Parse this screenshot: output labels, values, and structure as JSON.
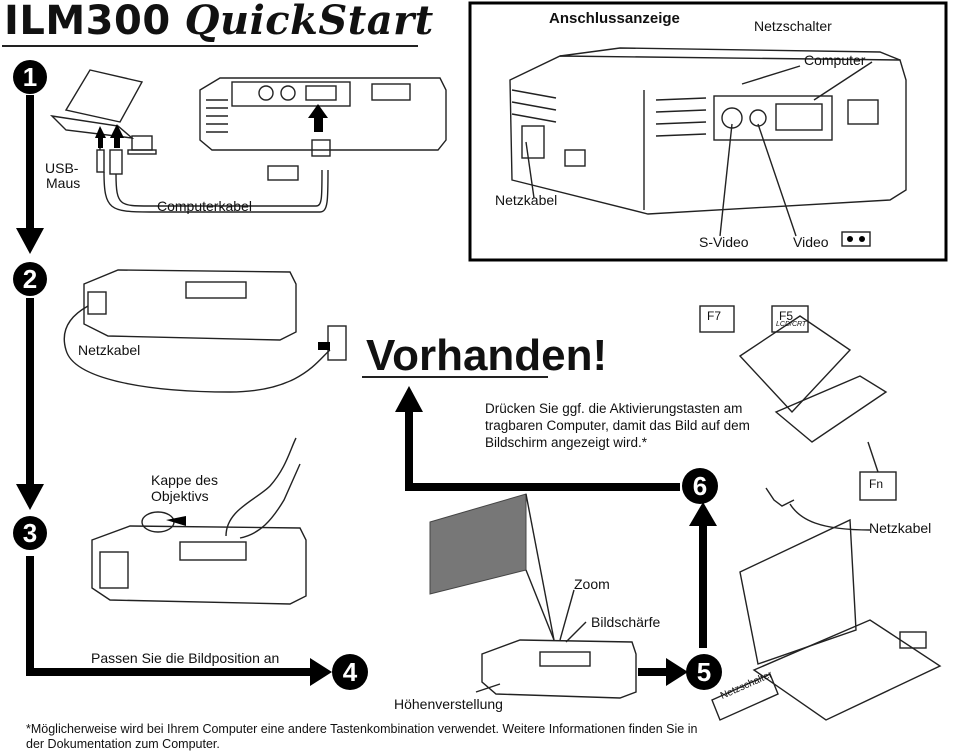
{
  "header": {
    "title_part1": "ILM300",
    "title_part2": "QuickStart"
  },
  "connection_panel": {
    "title": "Anschlussanzeige",
    "power_switch": "Netzschalter",
    "computer": "Computer",
    "power_cable": "Netzkabel",
    "svideo": "S-Video",
    "video": "Video"
  },
  "step1": {
    "usb_mouse_line1": "USB-",
    "usb_mouse_line2": "Maus",
    "computer_cable": "Computerkabel"
  },
  "step2": {
    "power_cable": "Netzkabel"
  },
  "step3": {
    "lens_cap_line1": "Kappe des",
    "lens_cap_line2": "Objektivs"
  },
  "step4": {
    "adjust_position": "Passen Sie die Bildposition an",
    "height_adjust": "Höhenverstellung"
  },
  "step5": {
    "zoom": "Zoom",
    "focus": "Bildschärfe",
    "power_cable": "Netzkabel",
    "power_switch_tag": "Netzschalter"
  },
  "step6": {
    "instruction": "Drücken Sie ggf. die Aktivierungstasten am tragbaren Computer, damit das Bild auf dem Bildschirm angezeigt wird.*",
    "key_f7": "F7",
    "key_f5": "F5",
    "key_fn": "Fn",
    "key_f5_sub": "LCD/CRT"
  },
  "result": {
    "headline": "Vorhanden!"
  },
  "steps": [
    "1",
    "2",
    "3",
    "4",
    "5",
    "6"
  ],
  "footnote": "*Möglicherweise wird bei Ihrem Computer eine andere Tastenkombination verwendet. Weitere Informationen finden Sie in der Dokumentation zum Computer."
}
